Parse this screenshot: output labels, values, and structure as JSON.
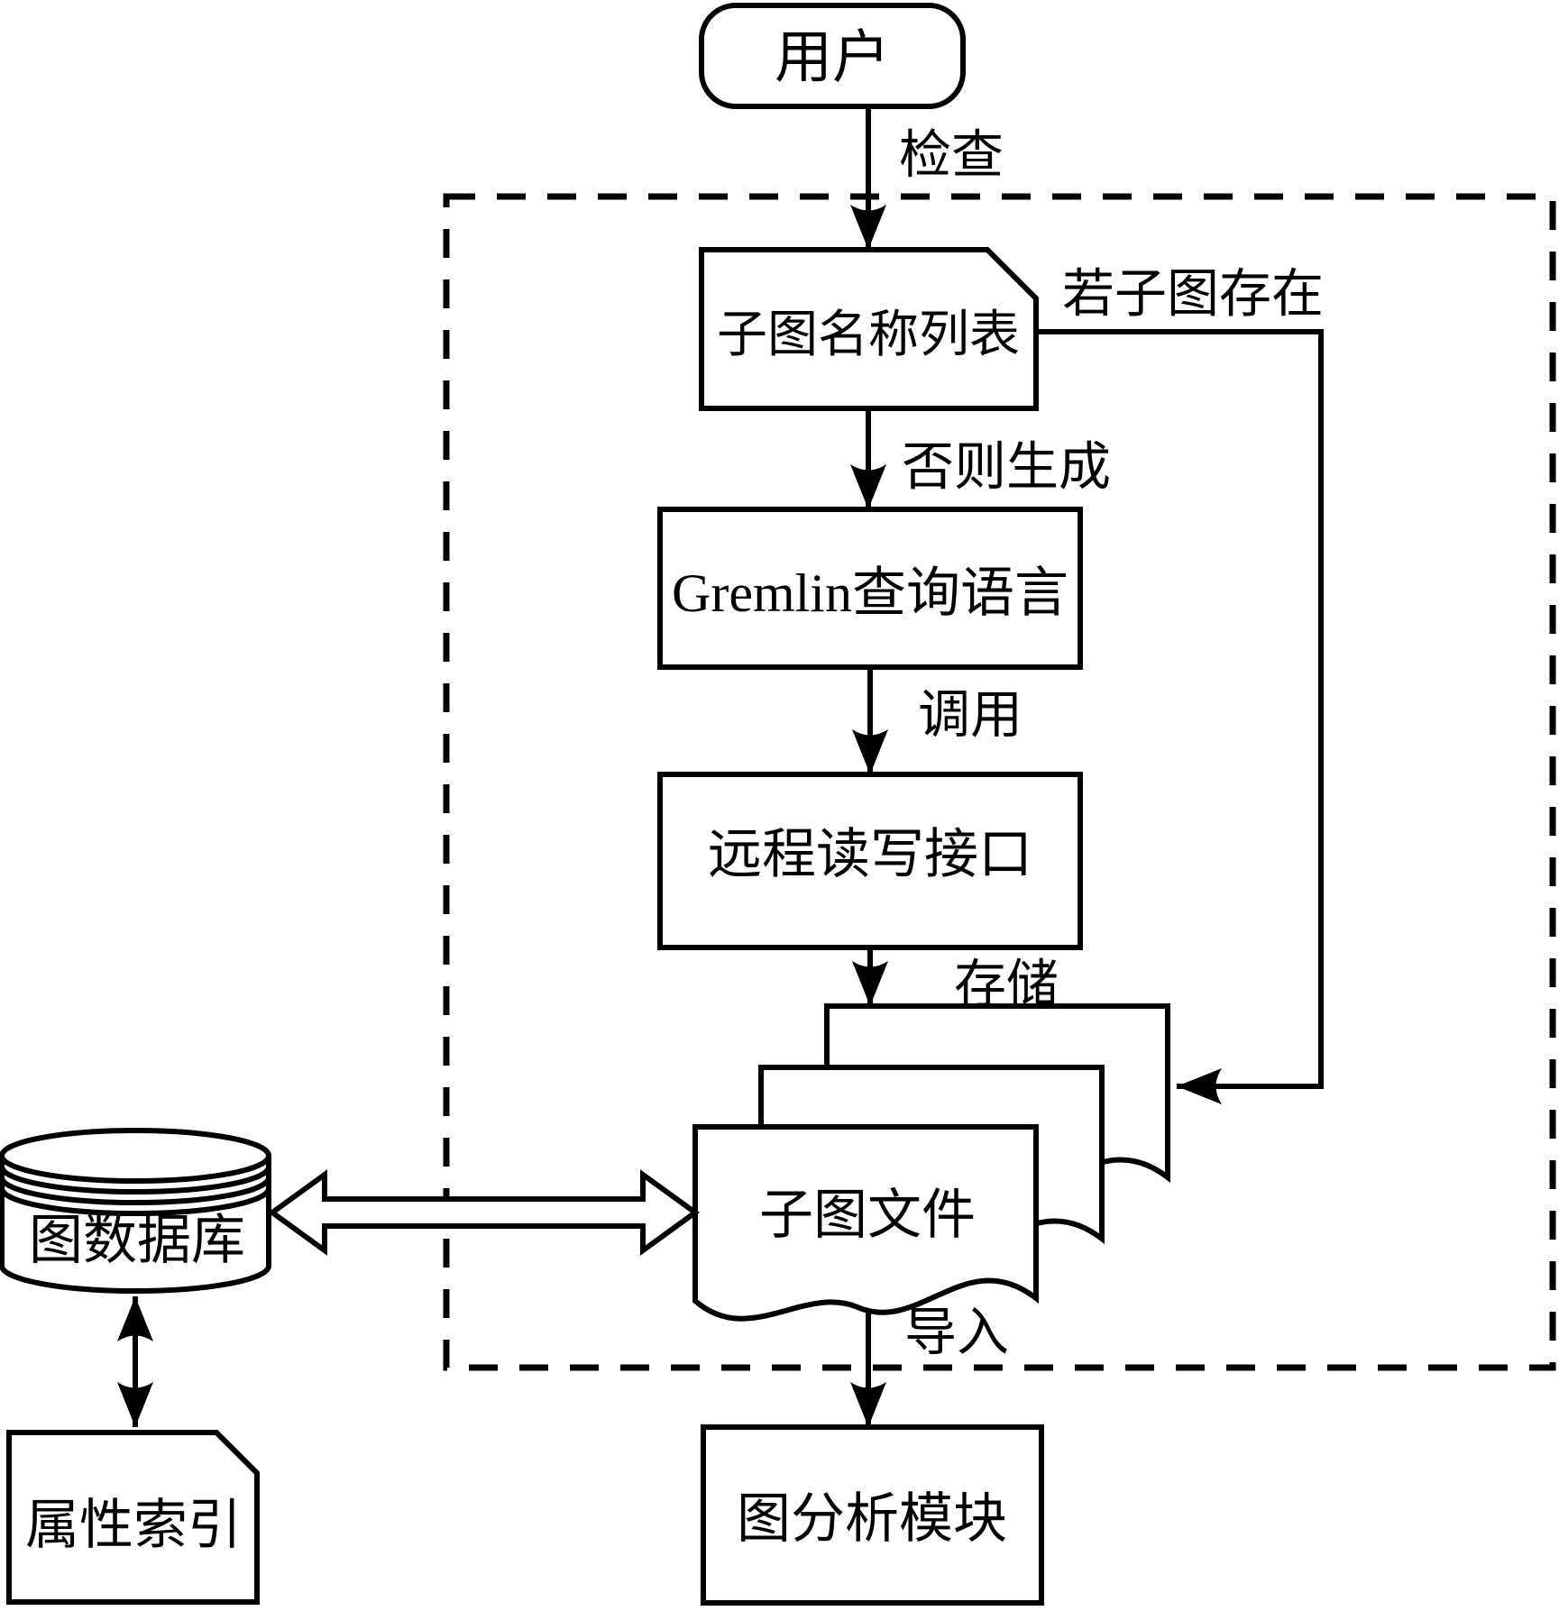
{
  "diagram": {
    "title": "subgraph-management-flowchart",
    "colors": {
      "stroke": "#000000",
      "background": "#ffffff"
    },
    "nodes": {
      "user": "用户",
      "subgraph_name_list": "子图名称列表",
      "gremlin_query_language": "Gremlin查询语言",
      "remote_read_write_interface": "远程读写接口",
      "subgraph_file": "子图文件",
      "graph_analysis_module": "图分析模块",
      "graph_database": "图数据库",
      "attribute_index": "属性索引"
    },
    "edges": {
      "check": "检查",
      "if_subgraph_exists": "若子图存在",
      "otherwise_generate": "否则生成",
      "invoke": "调用",
      "store": "存储",
      "import": "导入"
    }
  }
}
